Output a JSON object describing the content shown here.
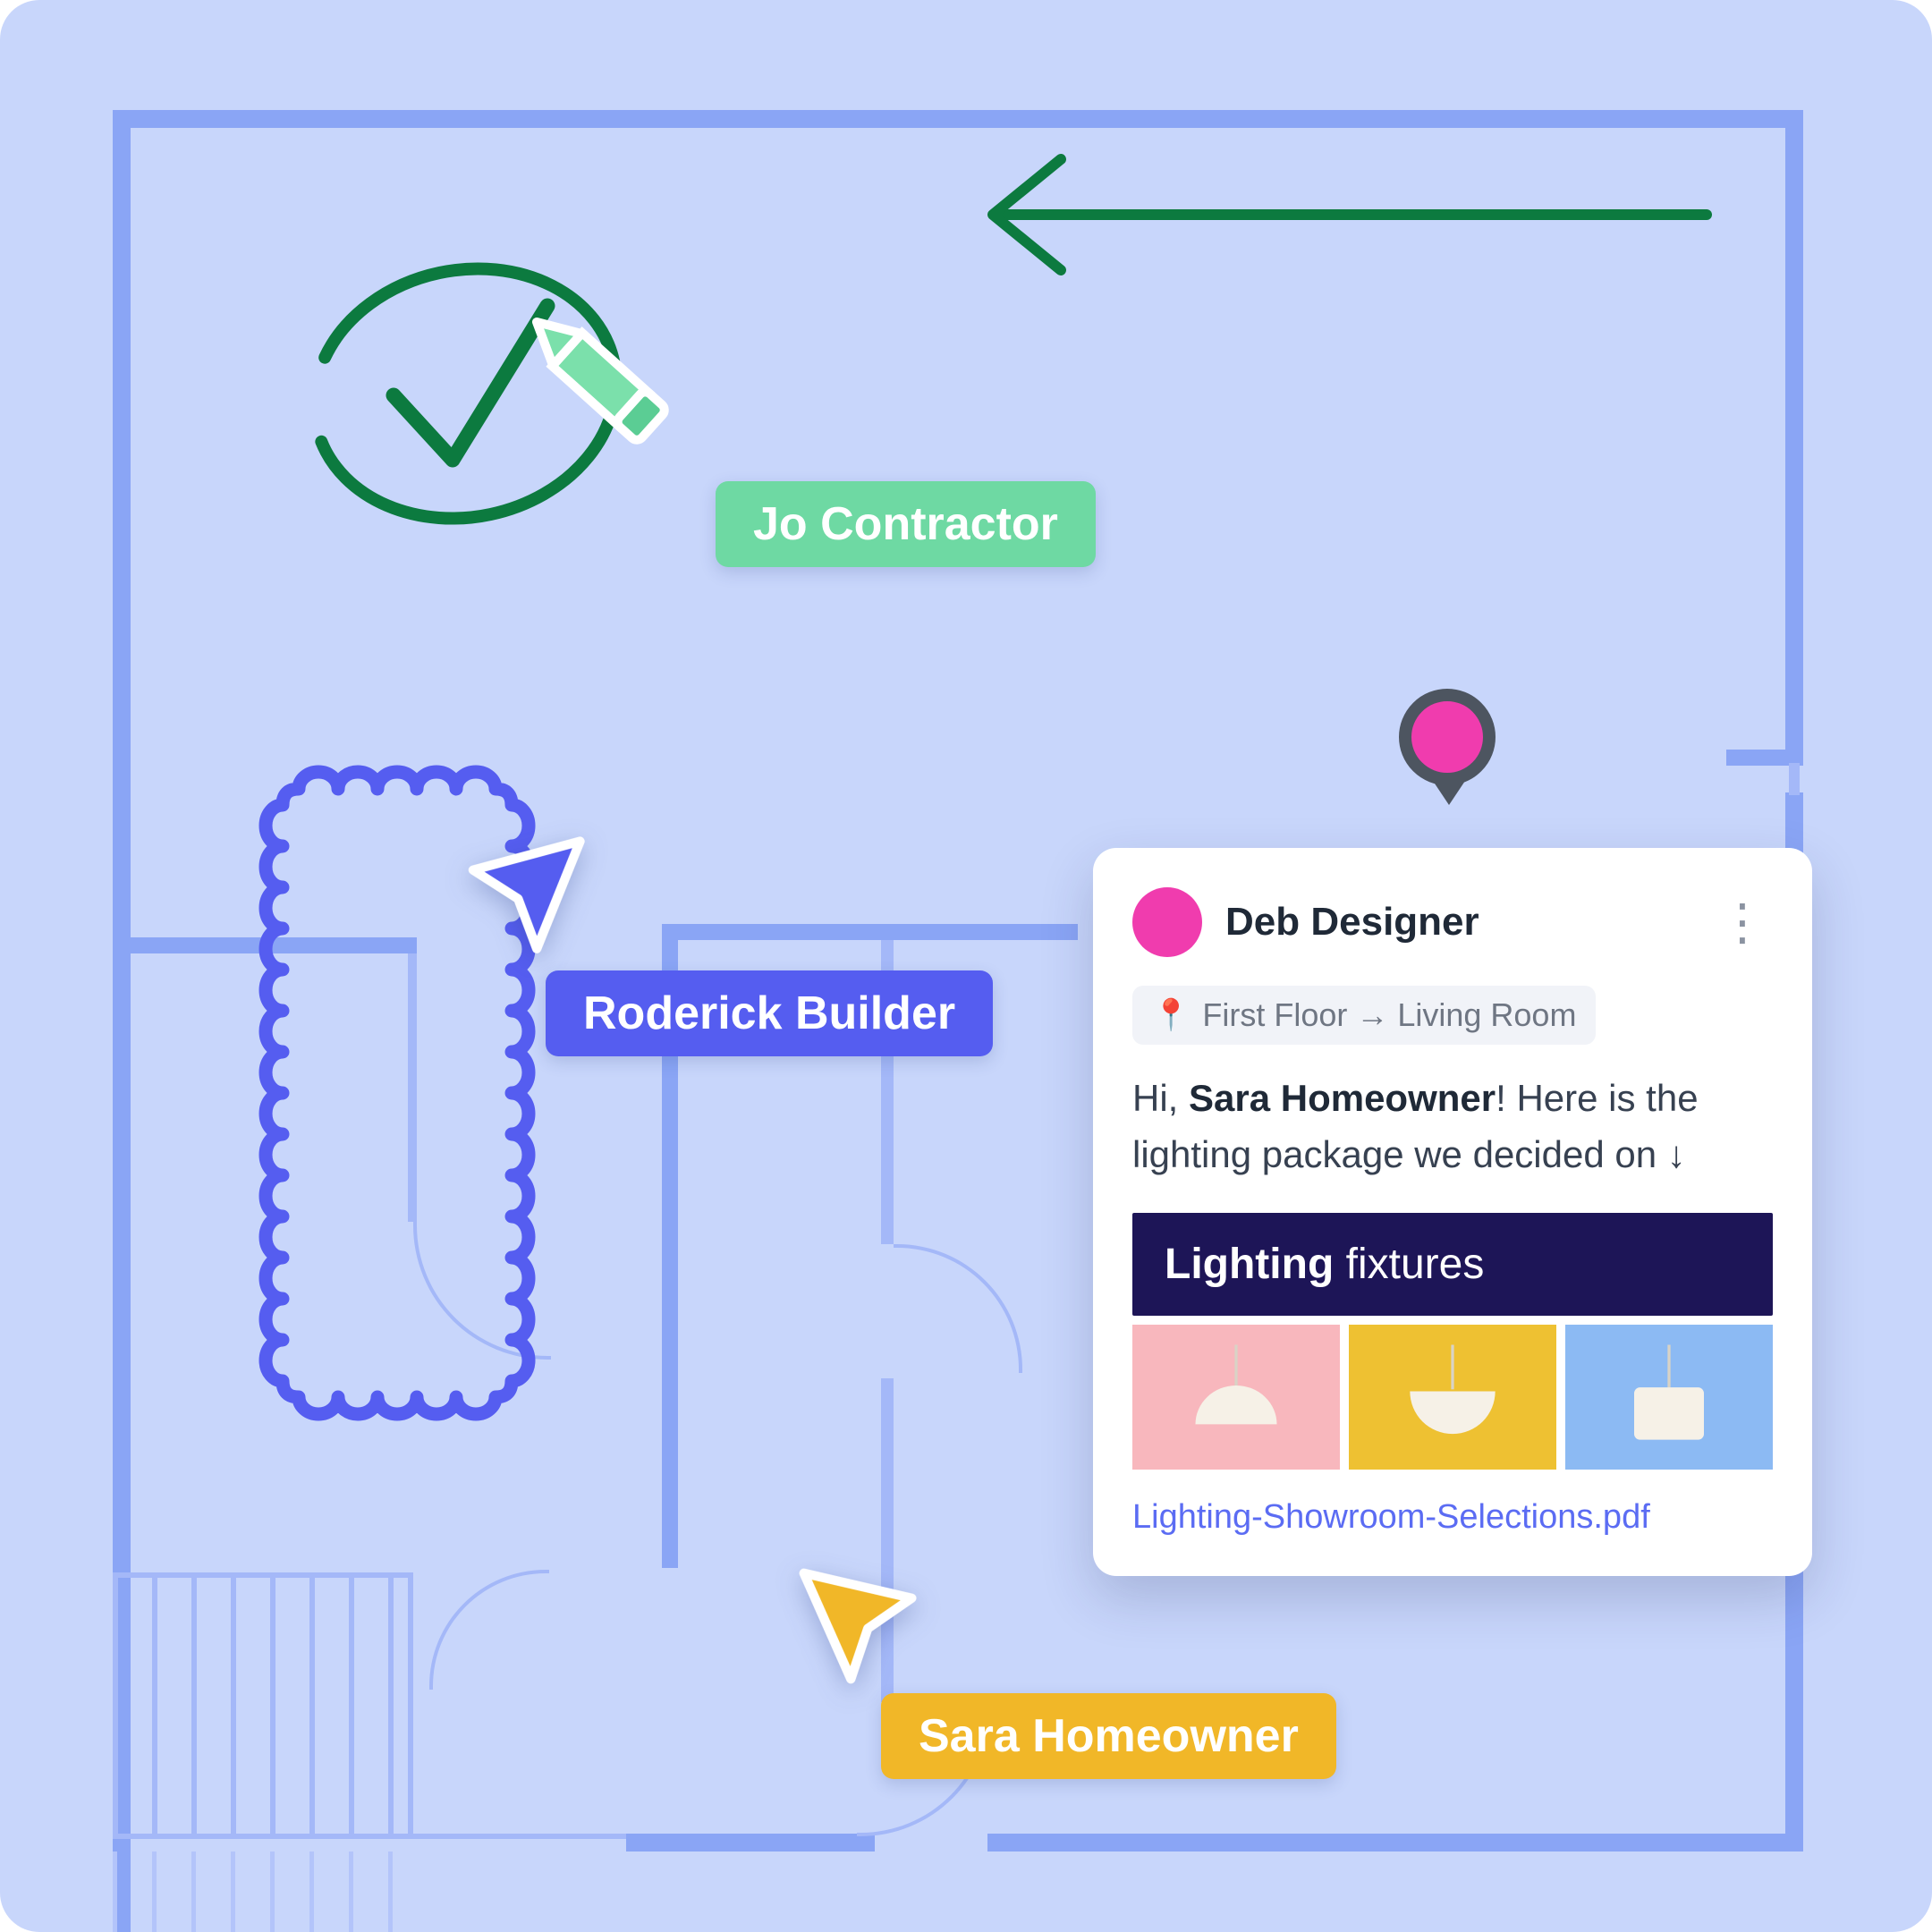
{
  "canvas": {
    "background": "#c8d6fb",
    "wall_color": "#8aa5f5",
    "accent_green": "#0c7a3f",
    "mint": "#6ed9a3",
    "indigo": "#555df0",
    "amber": "#f1b728",
    "pink": "#f03cae",
    "navy": "#1d1557"
  },
  "collaborators": {
    "jo": {
      "label": "Jo Contractor",
      "color": "#6ed9a3"
    },
    "roderick": {
      "label": "Roderick Builder",
      "color": "#555df0"
    },
    "sara": {
      "label": "Sara Homeowner",
      "color": "#f1b728"
    }
  },
  "annotations": {
    "check_circle": "hand-drawn circled checkmark",
    "pencil": "pencil-icon",
    "arrow": "left-pointing arrow",
    "selection": "scalloped selection around couch",
    "map_pin": "pink map pin"
  },
  "comment_card": {
    "author": "Deb Designer",
    "menu_icon": "⋮",
    "location_badge": {
      "pin_icon": "📍",
      "text": "First Floor → Living Room"
    },
    "message": {
      "prefix": "Hi, ",
      "bold": "Sara Homeowner",
      "suffix": "! Here is the lighting package we decided on ↓"
    },
    "attachment": {
      "title_bold": "Lighting",
      "title_rest": " fixtures",
      "swatches": [
        {
          "color": "#f8b7bd",
          "lamp": "dome-pendant"
        },
        {
          "color": "#eec132",
          "lamp": "bowl-pendant"
        },
        {
          "color": "#8cbaf3",
          "lamp": "drum-pendant"
        }
      ],
      "file_link": "Lighting-Showroom-Selections.pdf"
    }
  }
}
